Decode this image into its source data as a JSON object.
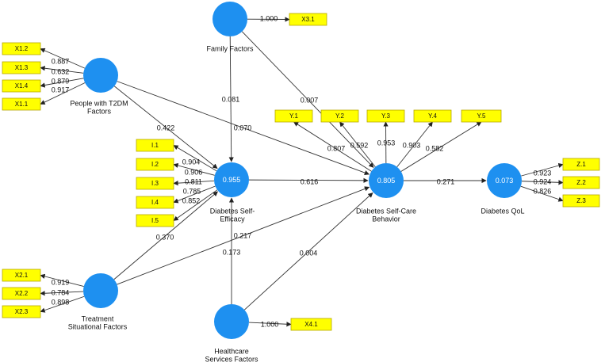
{
  "colors": {
    "latent": "#1e90f0",
    "indicator": "#ffff00",
    "indicator_border": "#b8a800",
    "line": "#333333"
  },
  "latents": {
    "family": {
      "label": [
        "Family Factors"
      ],
      "value": ""
    },
    "people": {
      "label": [
        "People with T2DM",
        "Factors"
      ],
      "value": ""
    },
    "efficacy": {
      "label": [
        "Diabetes Self-",
        "Efficacy"
      ],
      "value": "0.955"
    },
    "behavior": {
      "label": [
        "Diabetes Self-Care",
        "Behavior"
      ],
      "value": "0.805"
    },
    "qol": {
      "label": [
        "Diabetes QoL"
      ],
      "value": "0.073"
    },
    "treatment": {
      "label": [
        "Treatment",
        "Situational Factors"
      ],
      "value": ""
    },
    "health": {
      "label": [
        "Healthcare",
        "Services Factors"
      ],
      "value": ""
    }
  },
  "indicators": {
    "family": [
      {
        "name": "X3.1",
        "loading": "1.000"
      }
    ],
    "people": [
      {
        "name": "X1.2",
        "loading": "0.887"
      },
      {
        "name": "X1.3",
        "loading": "0.632"
      },
      {
        "name": "X1.4",
        "loading": "0.879"
      },
      {
        "name": "X1.1",
        "loading": "0.917"
      }
    ],
    "efficacy": [
      {
        "name": "I.1",
        "loading": "0.904"
      },
      {
        "name": "I.2",
        "loading": "0.906"
      },
      {
        "name": "I.3",
        "loading": "0.811"
      },
      {
        "name": "I.4",
        "loading": "0.785"
      },
      {
        "name": "I.5",
        "loading": "0.852"
      }
    ],
    "behavior": [
      {
        "name": "Y.1",
        "loading": "0.807"
      },
      {
        "name": "Y.2",
        "loading": "0.592"
      },
      {
        "name": "Y.3",
        "loading": "0.953"
      },
      {
        "name": "Y.4",
        "loading": "0.903"
      },
      {
        "name": "Y.5",
        "loading": "0.582"
      }
    ],
    "qol": [
      {
        "name": "Z.1",
        "loading": "0.923"
      },
      {
        "name": "Z.2",
        "loading": "0.924"
      },
      {
        "name": "Z.3",
        "loading": "0.826"
      }
    ],
    "treatment": [
      {
        "name": "X2.1",
        "loading": "0.919"
      },
      {
        "name": "X2.2",
        "loading": "0.784"
      },
      {
        "name": "X2.3",
        "loading": "0.898"
      }
    ],
    "health": [
      {
        "name": "X4.1",
        "loading": "1.000"
      }
    ]
  },
  "paths": [
    {
      "from": "family",
      "to": "efficacy",
      "coef": "0.081"
    },
    {
      "from": "family",
      "to": "behavior",
      "coef": "0.007"
    },
    {
      "from": "people",
      "to": "efficacy",
      "coef": "0.422"
    },
    {
      "from": "people",
      "to": "behavior",
      "coef": "0.070"
    },
    {
      "from": "efficacy",
      "to": "behavior",
      "coef": "0.616"
    },
    {
      "from": "behavior",
      "to": "qol",
      "coef": "0.271"
    },
    {
      "from": "treatment",
      "to": "efficacy",
      "coef": "0.370"
    },
    {
      "from": "treatment",
      "to": "behavior",
      "coef": "0.217"
    },
    {
      "from": "health",
      "to": "efficacy",
      "coef": "0.173"
    },
    {
      "from": "health",
      "to": "behavior",
      "coef": "0.004"
    }
  ]
}
